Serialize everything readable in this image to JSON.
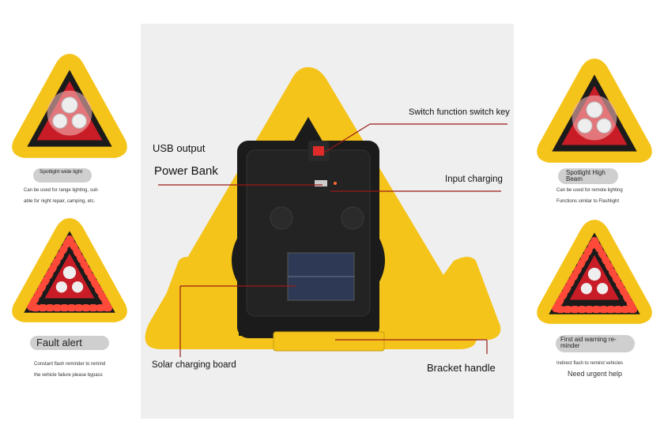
{
  "main": {
    "usb_output": "USB output",
    "power_bank": "Power Bank",
    "switch_key": "Switch function switch key",
    "input_charging": "Input charging",
    "solar_board": "Solar charging board",
    "bracket_handle": "Bracket handle"
  },
  "features": [
    {
      "title": "Spotlight wide light",
      "desc1": "Can be used for range lighting, suit-",
      "desc2": "able for night repair, camping, etc."
    },
    {
      "title": "Fault alert",
      "desc1": "Constant flash reminder to remind",
      "desc2": "the vehicle failure please bypass"
    },
    {
      "title": "Spotlight High Beam",
      "desc1": "Can be used for remote lighting",
      "desc2": "Functions similar to Flashlight"
    },
    {
      "title": "First aid warning re-minder",
      "desc1": "Indirect flash to remind vehicles",
      "desc2": "Need urgent help"
    }
  ],
  "colors": {
    "yellow": "#f5c41a",
    "red": "#d8202c",
    "black": "#1b1b1b",
    "panel": "#efefef"
  }
}
